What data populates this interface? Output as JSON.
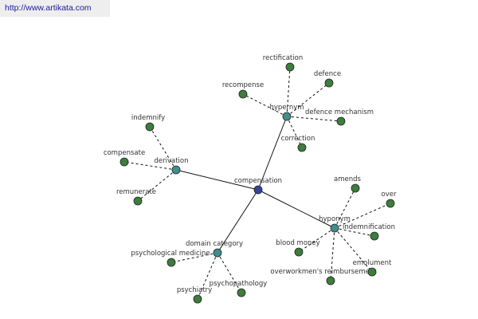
{
  "header": {
    "url": "http://www.artikata.com"
  },
  "colors": {
    "center": "#334499",
    "category": "#3f8f8f",
    "leaf": "#3d7d3d",
    "node_stroke": "#222222",
    "edge": "#111111"
  },
  "graph": {
    "center": {
      "id": "compensation",
      "label": "compensation"
    },
    "categories": [
      {
        "id": "hypernym",
        "label": "hypernym",
        "leaves": [
          {
            "id": "rectification",
            "label": "rectification"
          },
          {
            "id": "defence",
            "label": "defence"
          },
          {
            "id": "recompense",
            "label": "recompense"
          },
          {
            "id": "defence-mechanism",
            "label": "defence mechanism"
          },
          {
            "id": "correction",
            "label": "correction"
          }
        ]
      },
      {
        "id": "derivation",
        "label": "derivation",
        "leaves": [
          {
            "id": "indemnify",
            "label": "indemnify"
          },
          {
            "id": "compensate",
            "label": "compensate"
          },
          {
            "id": "remunerate",
            "label": "remunerate"
          }
        ]
      },
      {
        "id": "hyponym",
        "label": "hyponym",
        "leaves": [
          {
            "id": "amends",
            "label": "amends"
          },
          {
            "id": "over",
            "label": "over"
          },
          {
            "id": "indemnification",
            "label": "indemnification"
          },
          {
            "id": "blood-money",
            "label": "blood money"
          },
          {
            "id": "emolument",
            "label": "emolument"
          },
          {
            "id": "workmens-reimbursement",
            "label": "overworkmen's reimbursement"
          }
        ]
      },
      {
        "id": "domain-category",
        "label": "domain category",
        "leaves": [
          {
            "id": "psychological-medicine",
            "label": "psychological medicine"
          },
          {
            "id": "psychiatry",
            "label": "psychiatry"
          },
          {
            "id": "psychopathology",
            "label": "psychopathology"
          }
        ]
      }
    ]
  }
}
